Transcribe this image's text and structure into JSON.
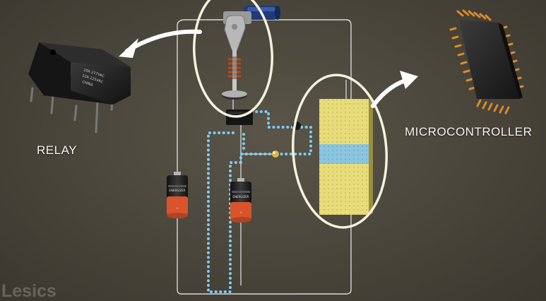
{
  "labels": {
    "relay": "RELAY",
    "microcontroller": "MICROCONTROLLER"
  },
  "watermark": "Lesics",
  "relay_marking": {
    "line1": "10A 277VAC",
    "line2": "12A 125VAC",
    "line3": "CHINA"
  },
  "battery": {
    "brand": "ENERGIZER",
    "polarity": "+"
  },
  "colors": {
    "background": "#4a463b",
    "wire": "#d8d8d8",
    "current_dots": "#7fd3ff",
    "highlight_ellipse": "#f4f2dc",
    "breadboard": "#e8dc7a",
    "breadboard_band": "#88c8e8",
    "battery_body": "#2a2a2a",
    "battery_band": "#d9542a",
    "chip_pins": "#d98a2a"
  }
}
